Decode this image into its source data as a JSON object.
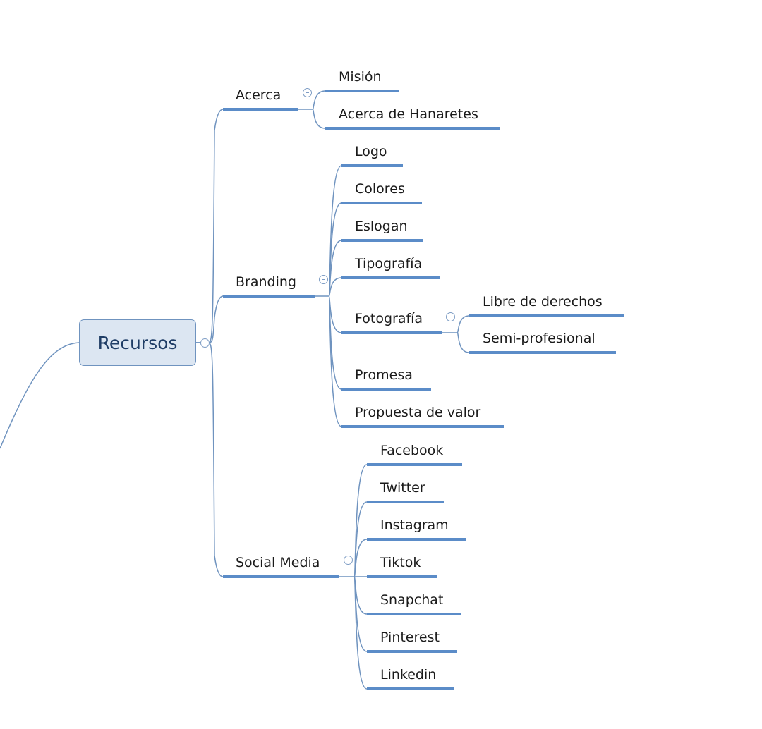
{
  "colors": {
    "line": "#5b8cc8",
    "connector": "#6f93bf",
    "root_fill": "#dce6f2",
    "root_text": "#1f3d66"
  },
  "root": {
    "label": "Recursos",
    "toggle_icon": "collapse-icon"
  },
  "branches": [
    {
      "label": "Acerca",
      "children": [
        {
          "label": "Misión"
        },
        {
          "label": "Acerca de Hanaretes"
        }
      ]
    },
    {
      "label": "Branding",
      "children": [
        {
          "label": "Logo"
        },
        {
          "label": "Colores"
        },
        {
          "label": "Eslogan"
        },
        {
          "label": "Tipografía"
        },
        {
          "label": "Fotografía",
          "children": [
            {
              "label": "Libre de derechos"
            },
            {
              "label": "Semi-profesional"
            }
          ]
        },
        {
          "label": "Promesa"
        },
        {
          "label": "Propuesta de valor"
        }
      ]
    },
    {
      "label": "Social Media",
      "children": [
        {
          "label": "Facebook"
        },
        {
          "label": "Twitter"
        },
        {
          "label": "Instagram"
        },
        {
          "label": "Tiktok"
        },
        {
          "label": "Snapchat"
        },
        {
          "label": "Pinterest"
        },
        {
          "label": "Linkedin"
        }
      ]
    }
  ]
}
